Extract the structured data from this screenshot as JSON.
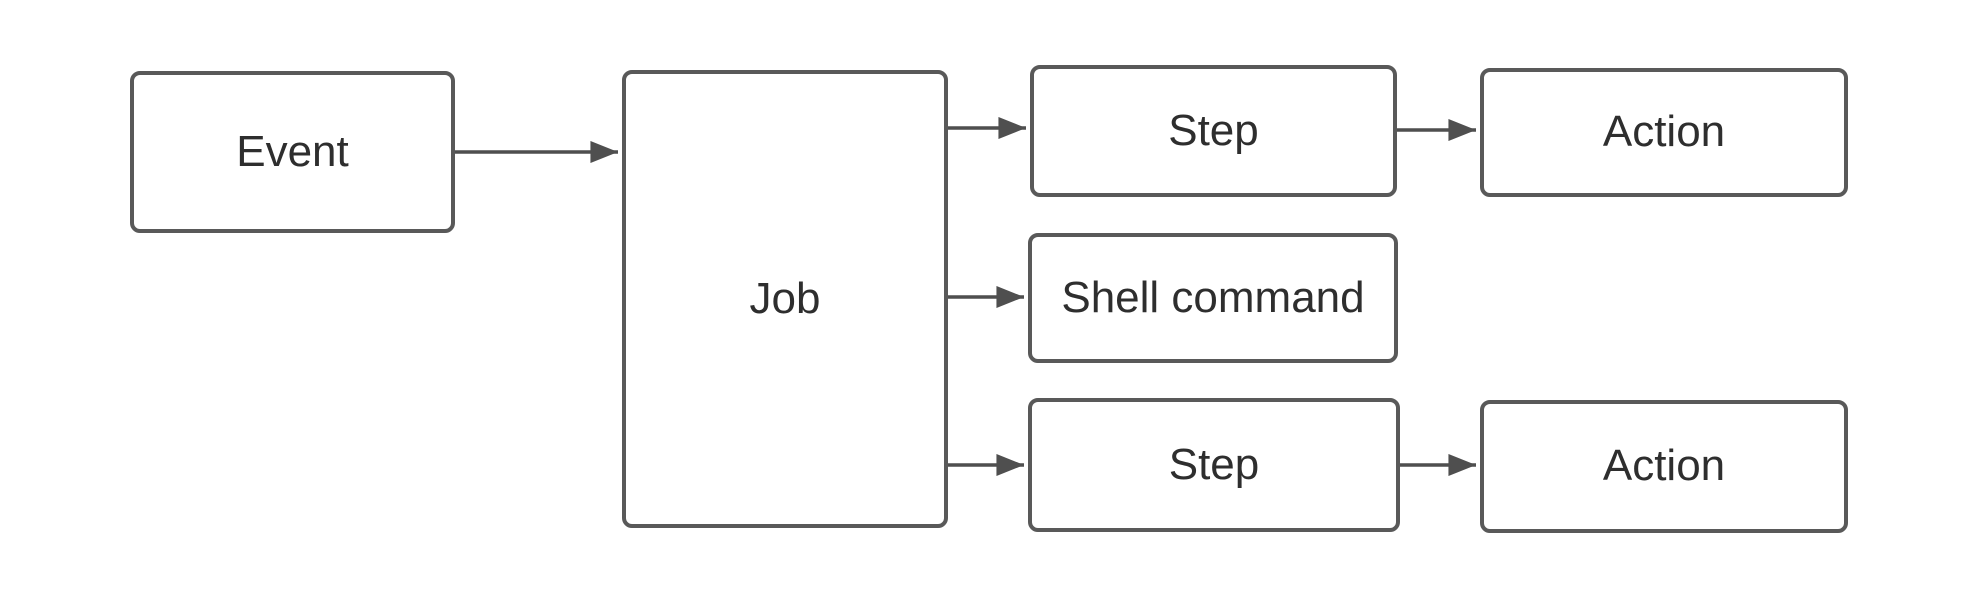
{
  "diagram": {
    "nodes": {
      "event": {
        "label": "Event"
      },
      "job": {
        "label": "Job"
      },
      "step_top": {
        "label": "Step"
      },
      "action_top": {
        "label": "Action"
      },
      "shell_command": {
        "label": "Shell command"
      },
      "step_bottom": {
        "label": "Step"
      },
      "action_bottom": {
        "label": "Action"
      }
    },
    "edges": [
      {
        "from": "event",
        "to": "job"
      },
      {
        "from": "job",
        "to": "step_top"
      },
      {
        "from": "job",
        "to": "shell_command"
      },
      {
        "from": "job",
        "to": "step_bottom"
      },
      {
        "from": "step_top",
        "to": "action_top"
      },
      {
        "from": "step_bottom",
        "to": "action_bottom"
      }
    ],
    "colors": {
      "background": "#ffffff",
      "node_fill": "#ffffff",
      "node_border": "#595959",
      "node_text": "#2e2e2e",
      "arrow": "#4f4f4f"
    }
  }
}
